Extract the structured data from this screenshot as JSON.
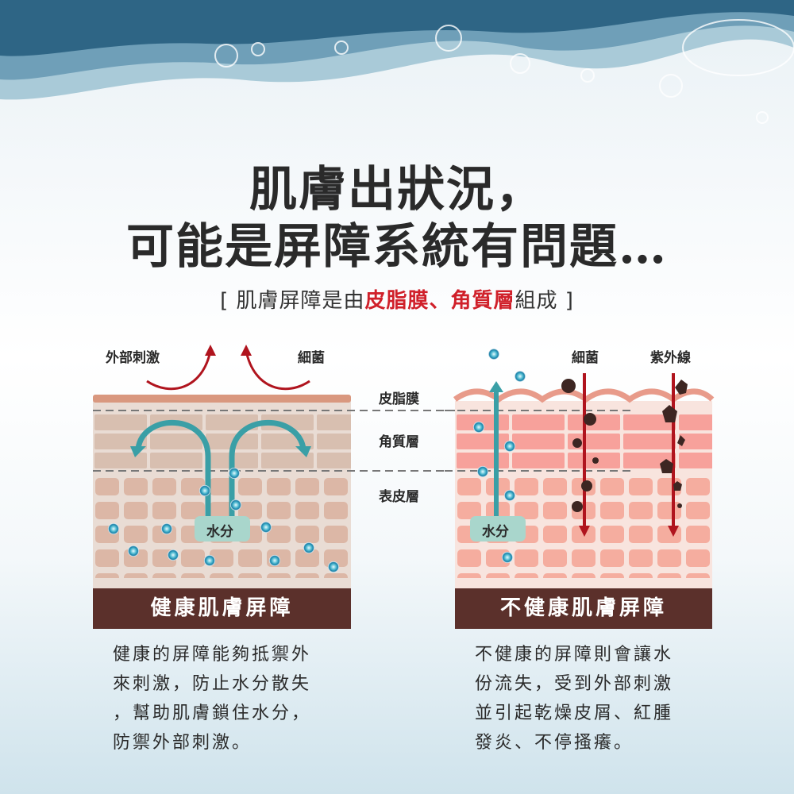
{
  "title": {
    "line1": "肌膚出狀況，",
    "line2": "可能是屏障系統有問題…"
  },
  "subtitle": {
    "open": "[ 肌膚屏障是由",
    "highlight": "皮脂膜、角質層",
    "close": "組成 ]"
  },
  "layers": {
    "sebum": "皮脂膜",
    "stratum_corneum": "角質層",
    "epidermis": "表皮層"
  },
  "left": {
    "label_stimulus": "外部刺激",
    "label_bacteria": "細菌",
    "moisture": "水分",
    "caption": "健康肌膚屏障",
    "description": [
      "健康的屏障能夠抵禦外",
      "來刺激，防止水分散失",
      "，幫助肌膚鎖住水分，",
      "防禦外部刺激。"
    ]
  },
  "right": {
    "label_bacteria": "細菌",
    "label_uv": "紫外線",
    "moisture": "水分",
    "caption": "不健康肌膚屏障",
    "description": [
      "不健康的屏障則會讓水",
      "份流失，受到外部刺激",
      "並引起乾燥皮屑、紅腫",
      "發炎、不停搔癢。"
    ]
  },
  "colors": {
    "caption_bg": "#5b302b",
    "highlight": "#d0202a",
    "arrow_teal": "#3a9fa6",
    "arrow_red": "#b0141e"
  }
}
